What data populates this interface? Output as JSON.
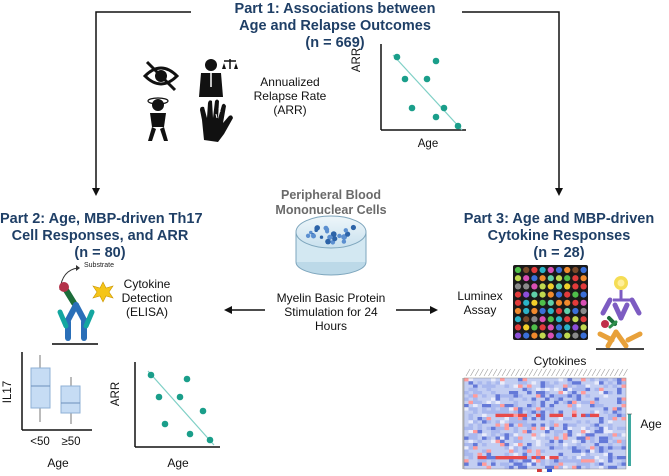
{
  "part1": {
    "title_line1": "Part 1: Associations between",
    "title_line2": "Age and Relapse Outcomes",
    "n": "(n = 669)",
    "outcome_line1": "Annualized",
    "outcome_line2": "Relapse Rate",
    "outcome_line3": "(ARR)",
    "icons": [
      "vision-loss-icon",
      "body-weakness-icon",
      "dizzy-person-icon",
      "tingling-hand-icon"
    ],
    "plot": {
      "ylabel": "ARR",
      "xlabel": "Age"
    }
  },
  "part2": {
    "title_line1": "Part 2: Age, MBP-driven Th17",
    "title_line2": "Cell Responses, and ARR",
    "n": "(n = 80)",
    "substrate": "Substrate",
    "detection_line1": "Cytokine",
    "detection_line2": "Detection",
    "detection_line3": "(ELISA)",
    "boxplot": {
      "ylabel": "IL17",
      "groups": [
        "<50",
        "≥50"
      ],
      "xlabel": "Age"
    },
    "plot": {
      "ylabel": "ARR",
      "xlabel": "Age"
    }
  },
  "center": {
    "pbmc_line1": "Peripheral Blood",
    "pbmc_line2": "Mononuclear Cells",
    "stim_line1": "Myelin Basic Protein",
    "stim_line2": "Stimulation for 24",
    "stim_line3": "Hours"
  },
  "part3": {
    "title_line1": "Part 3: Age and MBP-driven",
    "title_line2": "Cytokine Responses",
    "n": "(n = 28)",
    "assay_line1": "Luminex",
    "assay_line2": "Assay",
    "heatmap": {
      "title": "Cytokines",
      "ylabel": "Age"
    }
  },
  "colors": {
    "title": "#1f3f66",
    "scatter_point": "#1a9e8a",
    "trend_line": "#7fd0c6",
    "box_fill": "#c6dcf4",
    "dish": "#d8ebf4"
  }
}
